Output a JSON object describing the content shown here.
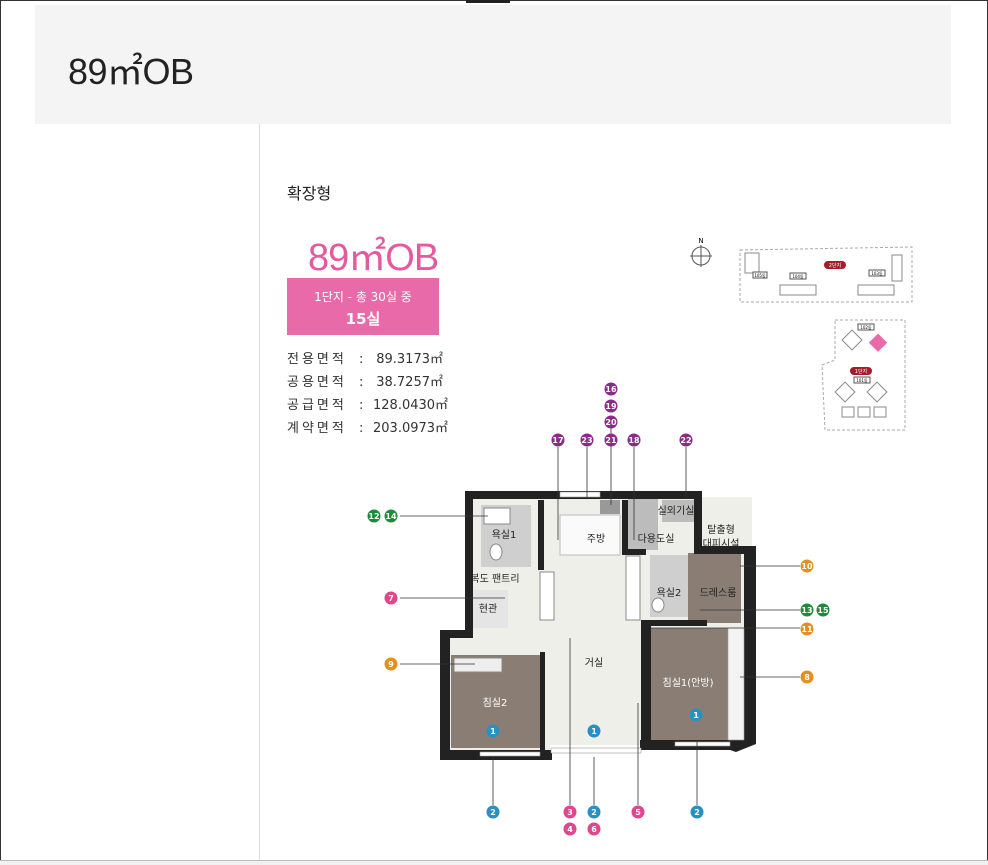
{
  "header": {
    "title": "89㎡OB"
  },
  "unit": {
    "subtitle": "확장형",
    "type_label": "89㎡OB",
    "units_line1": "1단지 - 총 30실 중",
    "units_line2": "15실"
  },
  "areas": [
    {
      "label": "전용면적",
      "colon": ":",
      "value": "89.3173㎡"
    },
    {
      "label": "공용면적",
      "colon": ":",
      "value": "38.7257㎡"
    },
    {
      "label": "공급면적",
      "colon": ":",
      "value": "128.0430㎡"
    },
    {
      "label": "계약면적",
      "colon": ":",
      "value": "203.0973㎡"
    }
  ],
  "site_map": {
    "north": "N",
    "complex2": "2단지",
    "complex1": "1단지",
    "buildings": [
      "105동",
      "104동",
      "103동",
      "102동",
      "101동"
    ]
  },
  "rooms": {
    "bath1": "욕실1",
    "kitchen": "주방",
    "utility": "다용도실",
    "outdoor": "실외기실",
    "evac": "탈출형",
    "evac2": "대피시설",
    "corridor": "복도 팬트리",
    "entrance": "현관",
    "bath2": "욕실2",
    "dress": "드레스룸",
    "living": "거실",
    "bed2": "침실2",
    "bed1": "침실1(안방)"
  },
  "markers": {
    "m1": "1",
    "m2": "2",
    "m3": "3",
    "m4": "4",
    "m5": "5",
    "m6": "6",
    "m7": "7",
    "m8": "8",
    "m9": "9",
    "m10": "10",
    "m11": "11",
    "m12": "12",
    "m13": "13",
    "m14": "14",
    "m15": "15",
    "m16": "16",
    "m17": "17",
    "m18": "18",
    "m19": "19",
    "m20": "20",
    "m21": "21",
    "m22": "22",
    "m23": "23"
  },
  "colors": {
    "accent_pink": "#e96aa8",
    "marker_blue": "#2a8fc2",
    "marker_pink": "#e0468c",
    "marker_orange": "#e5901e",
    "marker_green": "#1e8a3c",
    "marker_purple": "#8a2a8a"
  }
}
